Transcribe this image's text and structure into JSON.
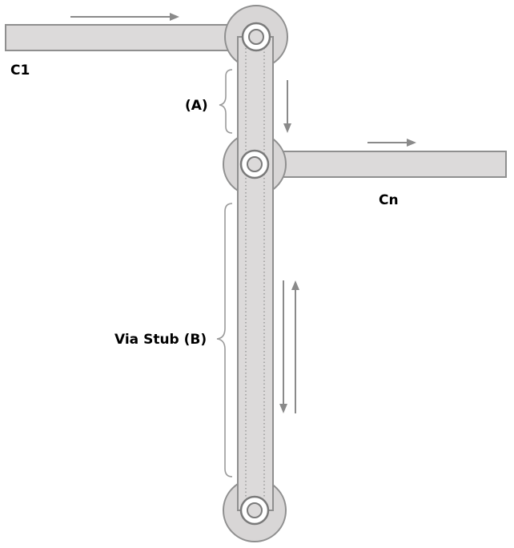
{
  "labels": {
    "c1": "C1",
    "cn": "Cn",
    "a": "(A)",
    "b": "Via Stub (B)"
  },
  "colors": {
    "copper_fill": "#dcdada",
    "outline": "#8f8f8f",
    "arrow": "#8a8a8a",
    "brace": "#9a9a9a",
    "text": "#000000"
  }
}
